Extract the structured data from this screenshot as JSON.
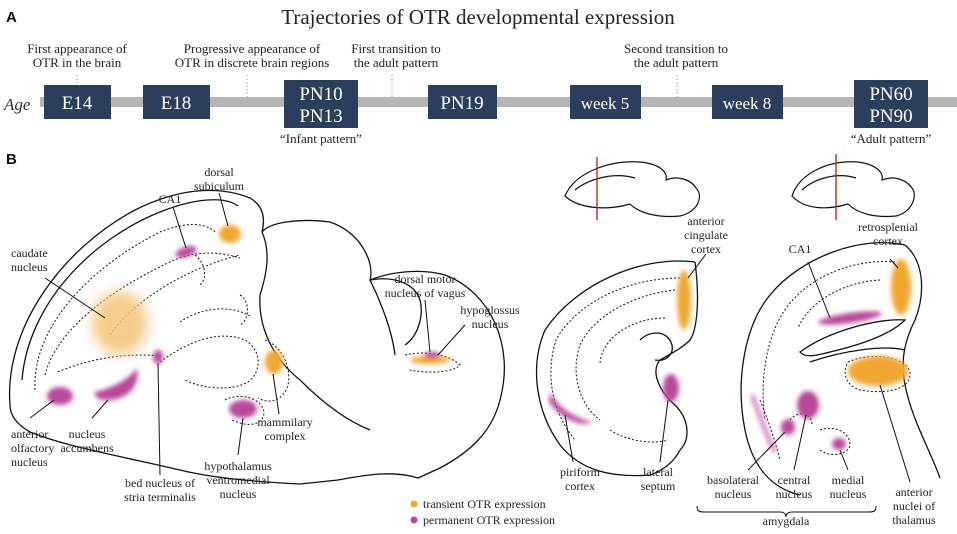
{
  "panel_a": {
    "letter": "A",
    "title": "Trajectories of OTR developmental expression",
    "axis_label": "Age",
    "stages": [
      {
        "label": "E14"
      },
      {
        "label": "E18"
      },
      {
        "label": "PN10\nPN13"
      },
      {
        "label": "PN19"
      },
      {
        "label": "week 5"
      },
      {
        "label": "week 8"
      },
      {
        "label": "PN60\nPN90"
      }
    ],
    "events": [
      "First appearance of\nOTR in the brain",
      "Progressive appearance of\nOTR in discrete brain regions",
      "First transition to\nthe adult pattern",
      "Second transition to\nthe adult pattern"
    ],
    "patterns": [
      "“Infant pattern”",
      "“Adult pattern”"
    ]
  },
  "panel_b": {
    "letter": "B",
    "labels": {
      "dorsal_subiculum": "dorsal\nsubiculum",
      "ca1_sag": "CA1",
      "caudate_nucleus": "caudate\nnucleus",
      "dmnv": "dorsal motor\nnucleus of vagus",
      "hypoglossus": "hypoglossus\nnucleus",
      "mammilary": "mammilary\ncomplex",
      "aon": "anterior\nolfactory\nnucleus",
      "accumbens": "nucleus\naccumbens",
      "bnst": "bed nucleus of\nstria terminalis",
      "vmh": "hypothalamus\nventromedial\nnucleus",
      "acc": "anterior\ncingulate\ncortex",
      "piriform": "piriform\ncortex",
      "lateral_septum": "lateral\nseptum",
      "ca1_cor": "CA1",
      "retrosplenial": "retrosplenial\ncortex",
      "basolateral": "basolateral\nnucleus",
      "central": "central\nnucleus",
      "medial": "medial\nnucleus",
      "amygdala": "amygdala",
      "anterior_thalamus": "anterior\nnuclei of\nthalamus"
    },
    "legend": [
      {
        "label": "transient OTR expression",
        "color": "#f0a830"
      },
      {
        "label": "permanent OTR expression",
        "color": "#b8489a"
      }
    ]
  },
  "colors": {
    "timeline_box": "#2b3e5c",
    "timeline_bar": "#b5b5b5",
    "transient": "#f0a830",
    "permanent": "#b8489a"
  }
}
